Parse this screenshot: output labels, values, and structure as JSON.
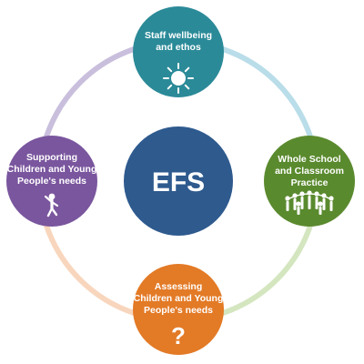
{
  "center": {
    "label": "EFS",
    "color": "#2e5a8e"
  },
  "ring": {
    "segments": [
      {
        "from": "top",
        "to": "right",
        "color": "#b9dde9"
      },
      {
        "from": "right",
        "to": "bottom",
        "color": "#d4e6bf"
      },
      {
        "from": "bottom",
        "to": "left",
        "color": "#f8d6bd"
      },
      {
        "from": "left",
        "to": "top",
        "color": "#c9bfdd"
      }
    ]
  },
  "nodes": {
    "top": {
      "lines": [
        "Staff wellbeing",
        "and ethos"
      ],
      "color": "#2b8a98",
      "icon": "sun-icon"
    },
    "right": {
      "lines": [
        "Whole School",
        "and Classroom",
        "Practice"
      ],
      "color": "#5a8a2e",
      "icon": "people-circle-icon"
    },
    "bottom": {
      "lines": [
        "Assessing",
        "Children and Young",
        "People's needs"
      ],
      "color": "#e37a26",
      "icon": "question-mark-icon",
      "icon_glyph": "?"
    },
    "left": {
      "lines": [
        "Supporting",
        "Children and Young",
        "People's needs"
      ],
      "color": "#7a569e",
      "icon": "child-icon"
    }
  }
}
